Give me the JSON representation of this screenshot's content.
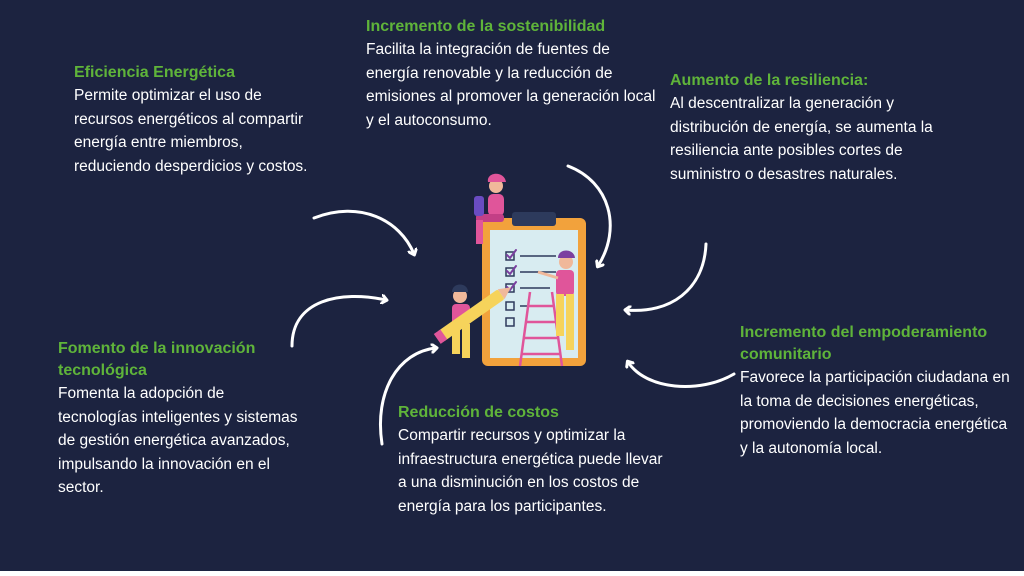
{
  "benefits": {
    "eficiencia": {
      "title": "Eficiencia Energética",
      "body": "Permite optimizar el uso de recursos energéticos al compartir energía entre miembros, reduciendo desperdicios y costos."
    },
    "sostenibilidad": {
      "title": "Incremento de la sostenibilidad",
      "body": "Facilita la integración de fuentes de energía renovable y la reducción de emisiones al promover la generación local y el autoconsumo."
    },
    "resiliencia": {
      "title": "Aumento de la resiliencia:",
      "body": "Al descentralizar la generación y distribución de energía, se aumenta la resiliencia ante posibles cortes de suministro o desastres naturales."
    },
    "innovacion": {
      "title": "Fomento de la innovación tecnológica",
      "body": "Fomenta la adopción de tecnologías inteligentes y sistemas de gestión energética avanzados, impulsando la innovación en el sector."
    },
    "costos": {
      "title": "Reducción de costos",
      "body": "Compartir recursos y optimizar la infraestructura energética puede llevar a una disminución en los costos de energía para los participantes."
    },
    "empoderamiento": {
      "title": "Incremento del empoderamiento comunitario",
      "body": "Favorece la participación ciudadana en la toma de decisiones energéticas, promoviendo la democracia energética y la autonomía local."
    }
  },
  "colors": {
    "background": "#1c2340",
    "title": "#5fb43a",
    "text": "#ffffff",
    "clipboard": "#d8ecf1",
    "clipboard_board": "#f2a23c",
    "figure_pink": "#e0559a",
    "figure_yellow": "#f6d35b"
  },
  "illustration": {
    "name": "clipboard-checklist-with-people",
    "checklist_rows": 5,
    "checked_rows": 3
  }
}
